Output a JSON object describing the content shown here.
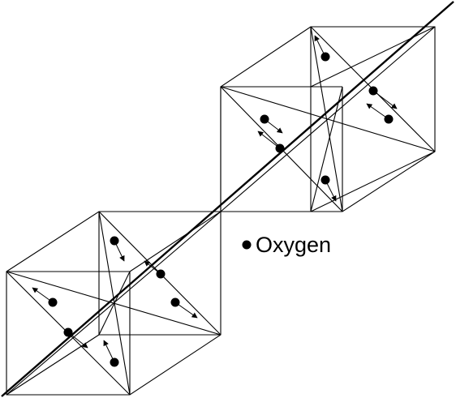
{
  "diagram": {
    "type": "crystal-structure-octahedra",
    "legend": {
      "symbol": "filled-circle",
      "label": "Oxygen"
    },
    "colors": {
      "line": "#000000",
      "atom": "#000000",
      "background": "#ffffff"
    }
  }
}
